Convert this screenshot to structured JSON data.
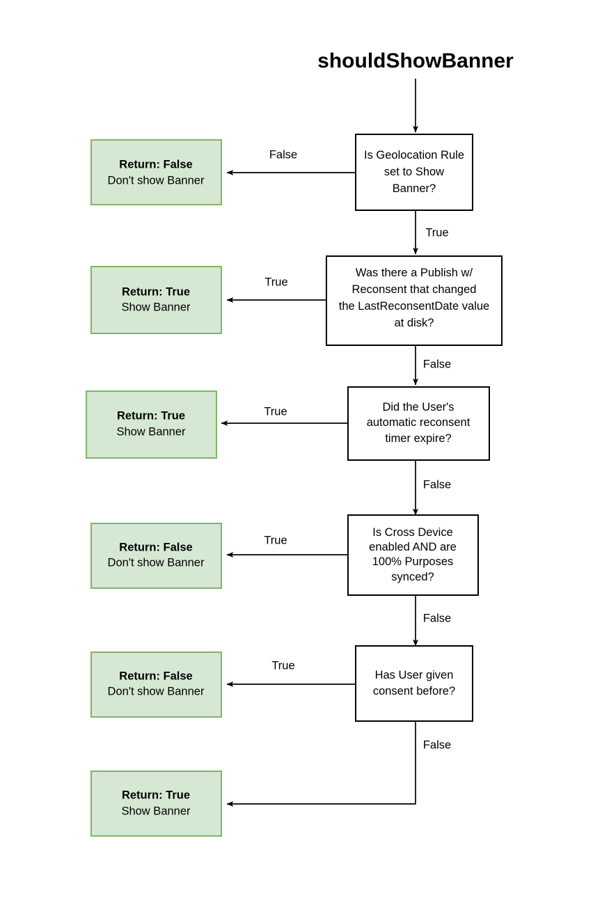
{
  "diagram": {
    "title": "shouldShowBanner",
    "colors": {
      "terminal_fill": "#d5e8d4",
      "terminal_stroke": "#82b366",
      "decision_fill": "#ffffff",
      "decision_stroke": "#000000",
      "edge": "#000000",
      "text": "#000000",
      "background": "#ffffff"
    },
    "decisions": [
      {
        "id": "geolocation-rule",
        "lines": [
          {
            "segments": [
              {
                "text": "Is Geolocation Rule",
                "bold": false
              }
            ]
          },
          {
            "segments": [
              {
                "text": "set to ",
                "bold": false
              },
              {
                "text": "Show",
                "bold": true
              }
            ]
          },
          {
            "segments": [
              {
                "text": "Banner",
                "bold": true
              },
              {
                "text": "?",
                "bold": false
              }
            ]
          }
        ]
      },
      {
        "id": "publish-reconsent",
        "lines": [
          {
            "segments": [
              {
                "text": "Was there a Publish w/",
                "bold": false
              }
            ]
          },
          {
            "segments": [
              {
                "text": "Reconsent that changed",
                "bold": false
              }
            ]
          },
          {
            "segments": [
              {
                "text": "the LastReconsentDate value",
                "bold": false
              }
            ]
          },
          {
            "segments": [
              {
                "text": "at disk?",
                "bold": false
              }
            ]
          }
        ]
      },
      {
        "id": "reconsent-timer",
        "lines": [
          {
            "segments": [
              {
                "text": "Did the User's",
                "bold": false
              }
            ]
          },
          {
            "segments": [
              {
                "text": "automatic reconsent",
                "bold": false
              }
            ]
          },
          {
            "segments": [
              {
                "text": "timer expire?",
                "bold": false
              }
            ]
          }
        ]
      },
      {
        "id": "cross-device-sync",
        "lines": [
          {
            "segments": [
              {
                "text": "Is Cross Device",
                "bold": false
              }
            ]
          },
          {
            "segments": [
              {
                "text": "enabled AND are",
                "bold": false
              }
            ]
          },
          {
            "segments": [
              {
                "text": "100% Purposes",
                "bold": false
              }
            ]
          },
          {
            "segments": [
              {
                "text": "synced?",
                "bold": false
              }
            ]
          }
        ]
      },
      {
        "id": "prior-consent",
        "lines": [
          {
            "segments": [
              {
                "text": "Has User given",
                "bold": false
              }
            ]
          },
          {
            "segments": [
              {
                "text": "consent before?",
                "bold": false
              }
            ]
          }
        ]
      }
    ],
    "terminals": [
      {
        "id": "return-false-1",
        "title": "Return: False",
        "subtitle": "Don't show Banner"
      },
      {
        "id": "return-true-1",
        "title": "Return: True",
        "subtitle": "Show Banner"
      },
      {
        "id": "return-true-2",
        "title": "Return: True",
        "subtitle": "Show Banner"
      },
      {
        "id": "return-false-2",
        "title": "Return: False",
        "subtitle": "Don't show Banner"
      },
      {
        "id": "return-false-3",
        "title": "Return: False",
        "subtitle": "Don't show Banner"
      },
      {
        "id": "return-true-3",
        "title": "Return: True",
        "subtitle": "Show Banner"
      }
    ],
    "edge_labels": {
      "geolocation_to_false": "False",
      "geolocation_to_next": "True",
      "publish_to_true": "True",
      "publish_to_next": "False",
      "timer_to_true": "True",
      "timer_to_next": "False",
      "crossdevice_to_false": "True",
      "crossdevice_to_next": "False",
      "consent_to_false": "True",
      "consent_to_true": "False"
    }
  }
}
